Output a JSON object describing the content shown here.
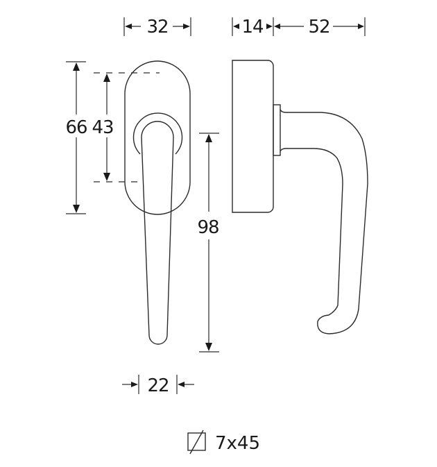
{
  "drawing": {
    "subject": "window handle dimension drawing",
    "front_view": {
      "width_dim": "32",
      "height_dim_outer": "66",
      "height_dim_inner": "43",
      "lever_length_dim": "98",
      "lever_width_dim": "22"
    },
    "side_view": {
      "rose_depth_dim": "14",
      "projection_dim": "52"
    },
    "spindle": {
      "icon": "square-spindle-icon",
      "label": "7x45"
    }
  },
  "colors": {
    "line": "#2a2a2a",
    "background": "#ffffff"
  }
}
